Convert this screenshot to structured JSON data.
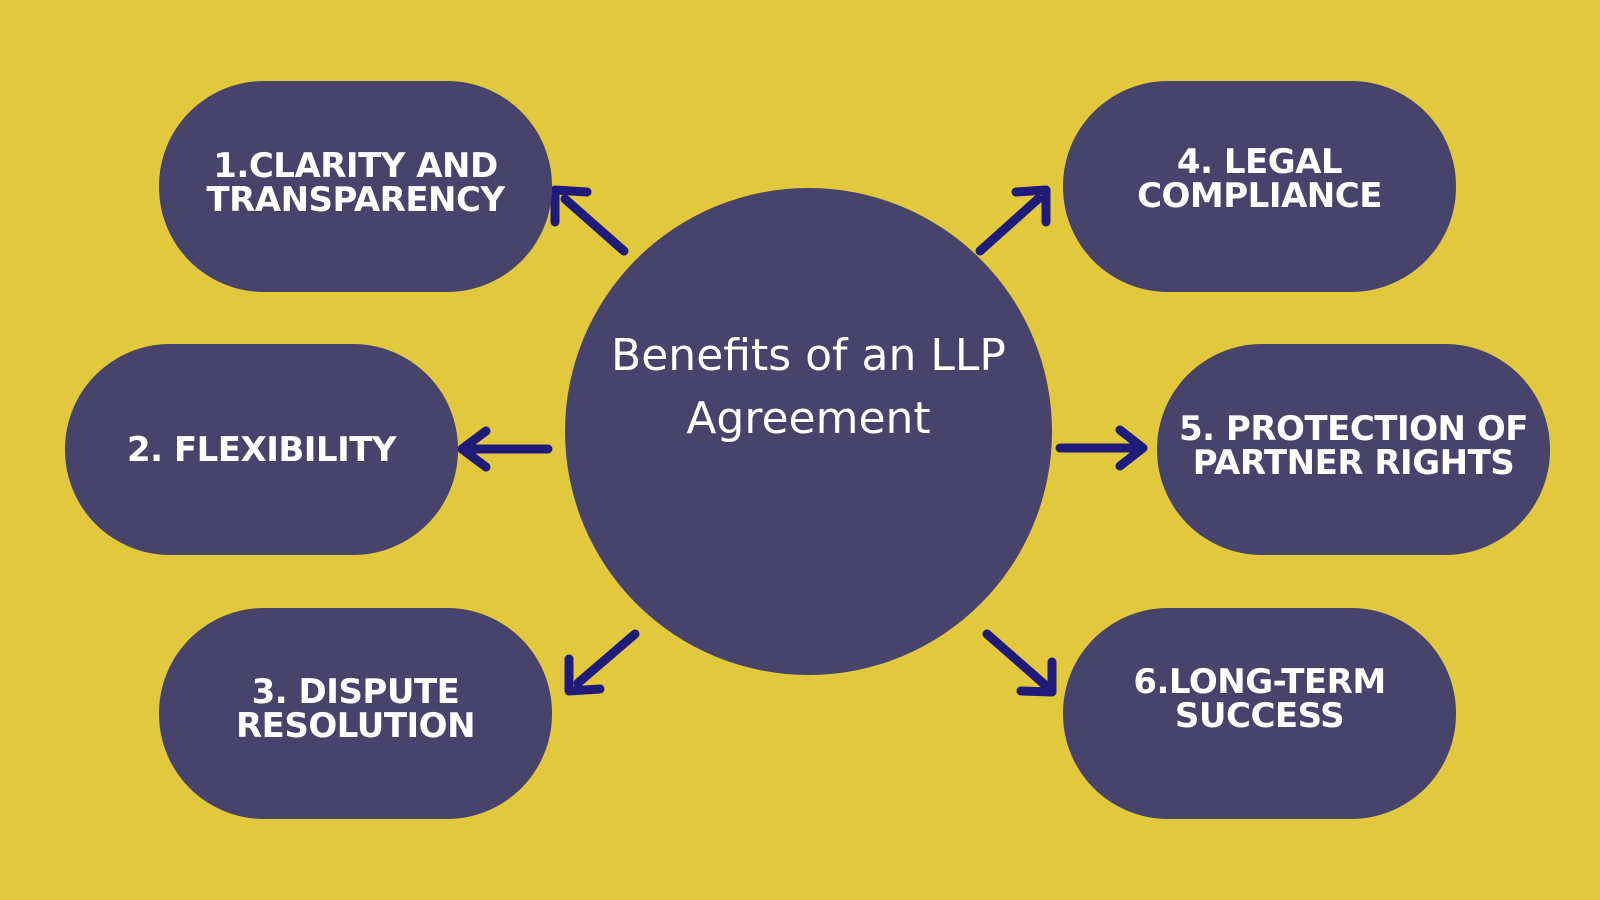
{
  "diagram": {
    "center": {
      "label": "Benefits of an LLP\nAgreement"
    },
    "nodes": [
      {
        "id": "1",
        "label": "1.CLARITY AND\nTRANSPARENCY"
      },
      {
        "id": "2",
        "label": "2. FLEXIBILITY"
      },
      {
        "id": "3",
        "label": "3. DISPUTE\nRESOLUTION"
      },
      {
        "id": "4",
        "label": "4. LEGAL\nCOMPLIANCE"
      },
      {
        "id": "5",
        "label": "5. PROTECTION OF\nPARTNER RIGHTS"
      },
      {
        "id": "6",
        "label": "6.LONG-TERM\nSUCCESS"
      }
    ]
  },
  "colors": {
    "background": "#e1c83c",
    "shape_fill": "#48436b",
    "arrow": "#1f1b7a",
    "text": "#ffffff"
  }
}
